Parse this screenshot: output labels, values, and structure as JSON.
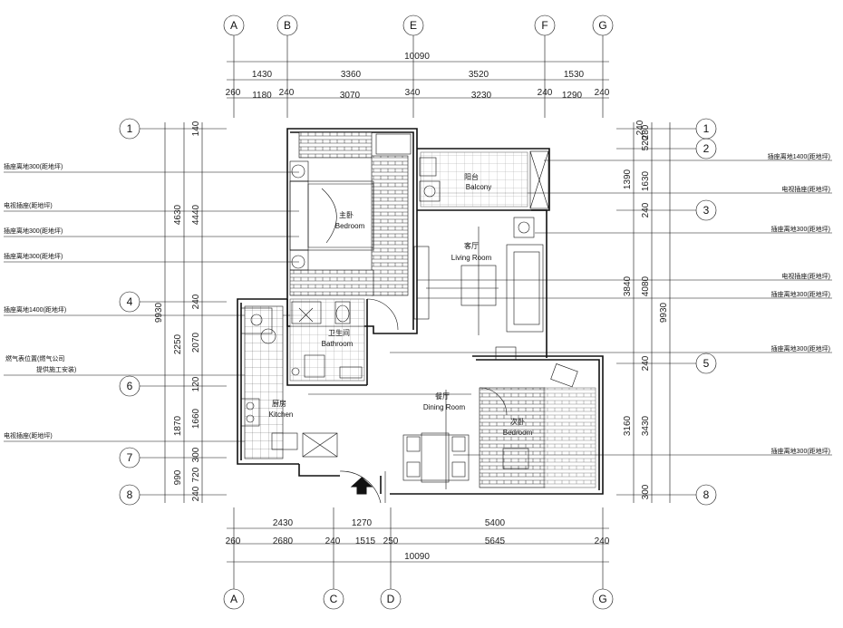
{
  "grid_axes": {
    "top": [
      "A",
      "B",
      "E",
      "F",
      "G"
    ],
    "bottom": [
      "A",
      "C",
      "D",
      "G"
    ],
    "left": [
      "1",
      "4",
      "6",
      "7",
      "8"
    ],
    "right": [
      "1",
      "2",
      "3",
      "5",
      "8"
    ]
  },
  "dimensions": {
    "top_total": "10090",
    "top_row1": [
      "1430",
      "3360",
      "3520",
      "1530"
    ],
    "top_row2": [
      "260",
      "1180",
      "240",
      "3070",
      "340",
      "3230",
      "240",
      "1290",
      "240"
    ],
    "bottom_row1": [
      "2430",
      "1270",
      "5400"
    ],
    "bottom_row2": [
      "260",
      "2680",
      "240",
      "1515",
      "250",
      "5645",
      "240"
    ],
    "bottom_total": "10090",
    "left_outer": "9930",
    "left_mid": [
      "4630",
      "2250",
      "1870",
      "990"
    ],
    "left_inner": [
      "140",
      "4440",
      "240",
      "2070",
      "120",
      "1660",
      "300",
      "720",
      "240"
    ],
    "right_outer": "9930",
    "right_mid": [
      "1390",
      "3840",
      "3160"
    ],
    "right_inner": [
      "280",
      "240",
      "520",
      "1630",
      "240",
      "4080",
      "240",
      "3430",
      "300"
    ]
  },
  "rooms": {
    "bedroom1_cn": "主卧",
    "bedroom1_en": "Bedroom",
    "balcony_cn": "阳台",
    "balcony_en": "Balcony",
    "living_cn": "客厅",
    "living_en": "Living Room",
    "bathroom_cn": "卫生间",
    "bathroom_en": "Bathroom",
    "kitchen_cn": "厨房",
    "kitchen_en": "Kitchen",
    "dining_cn": "餐厅",
    "dining_en": "Dining Room",
    "bedroom2_cn": "次卧",
    "bedroom2_en": "Bedroom"
  },
  "notes_left": [
    "插座离地300(距地坪)",
    "电视插座(距地坪)",
    "插座离地300(距地坪)",
    "插座离地300(距地坪)",
    "插座离地1400(距地坪)",
    "燃气表位置(燃气公司",
    "提供施工安装)",
    "电视插座(距地坪)"
  ],
  "notes_right": [
    "插座离地1400(距地坪)",
    "电视插座(距地坪)",
    "插座离地300(距地坪)",
    "电视插座(距地坪)",
    "插座离地300(距地坪)",
    "插座离地300(距地坪)",
    "插座离地300(距地坪)"
  ]
}
